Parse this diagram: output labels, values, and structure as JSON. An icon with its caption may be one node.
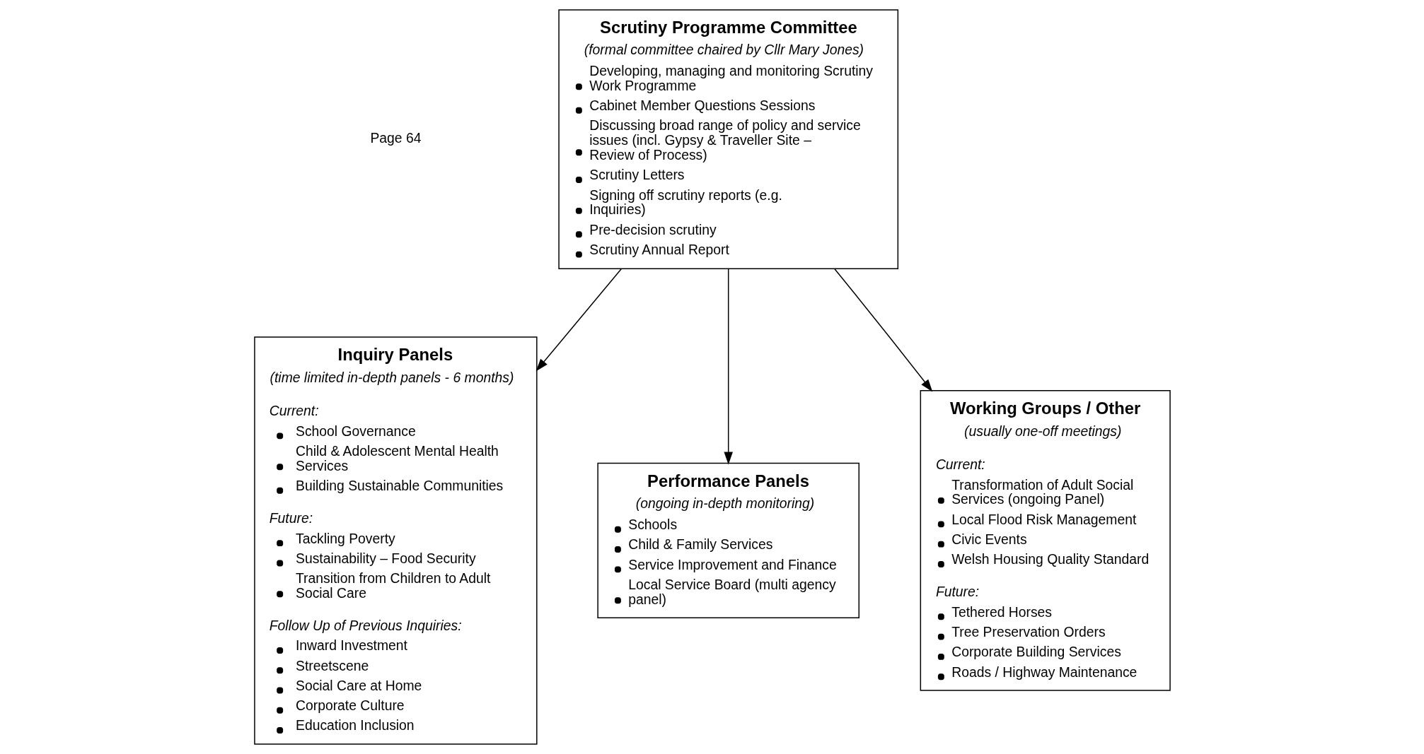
{
  "diagram": {
    "nodes": [
      {
        "text": [
          "Scrutiny Programme Committee",
          "(formal committee chaired by Cllr Mary Jones)",
          "Developing, managing and monitoring Scrutiny Work Programme",
          "Cabinet Member Questions Sessions",
          "Discussing broad range of policy and service issues (incl. Gypsy & Traveller Site – Review of Process)",
          "Scrutiny Letters",
          "Signing off scrutiny reports (e.g. Inquiries)",
          "Pre-decision scrutiny",
          "Scrutiny Annual Report"
        ]
      },
      {
        "text": [
          "Inquiry Panels",
          "(time limited in-depth panels - 6 months)",
          "Current:",
          "School Governance",
          "Child & Adolescent Mental Health Services",
          "Building Sustainable Communities",
          "Future:",
          "Tackling Poverty",
          "Sustainability – Food Security",
          "Transition from Children to Adult Social Care",
          "Follow Up of Previous Inquiries:",
          "Inward Investment",
          "Streetscene",
          "Social Care at Home",
          "Corporate Culture",
          "Education Inclusion"
        ]
      },
      {
        "text": [
          "Performance Panels",
          "(ongoing in-depth monitoring)",
          "Schools",
          "Child & Family Services",
          "Service Improvement and Finance",
          "Local Service Board (multi agency panel)"
        ]
      },
      {
        "text": [
          "Working Groups / Other",
          "(usually one-off meetings)",
          "Current:",
          "Transformation of Adult Social Services (ongoing Panel)",
          "Local Flood Risk Management",
          "Civic Events",
          "Welsh Housing Quality Standard",
          "Future:",
          "Tethered Horses",
          "Tree Preservation Orders",
          "Corporate Building Services",
          "Roads / Highway Maintenance"
        ]
      }
    ],
    "edges": [
      {
        "from": 0,
        "to": 1,
        "arrow": "to"
      },
      {
        "from": 0,
        "to": 2,
        "arrow": "to"
      },
      {
        "from": 0,
        "to": 3,
        "arrow": "to"
      }
    ],
    "labels": [
      "Page 64"
    ]
  }
}
